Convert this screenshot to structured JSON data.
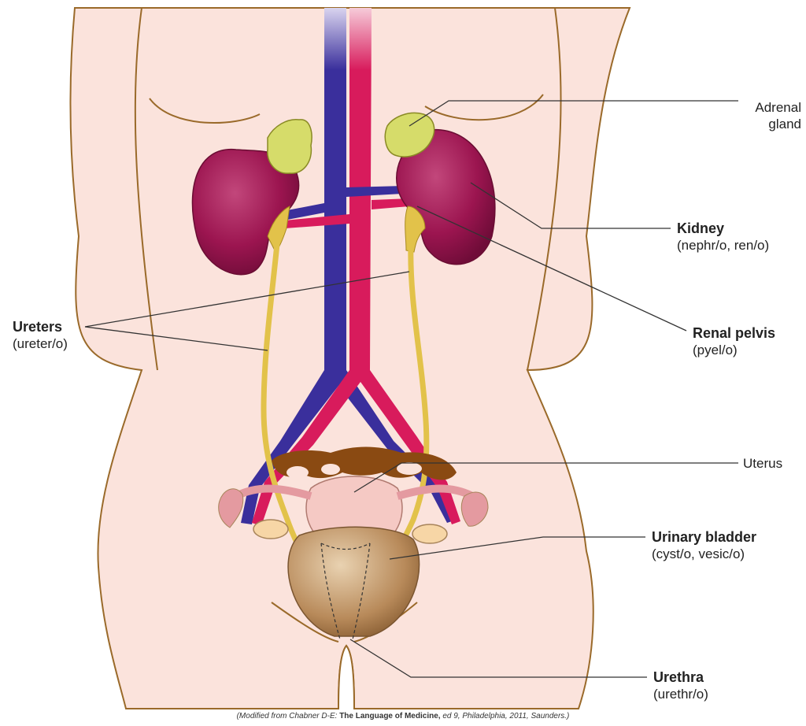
{
  "labels": {
    "adrenal": {
      "title": "Adrenal",
      "sub": "gland"
    },
    "kidney": {
      "title": "Kidney",
      "sub": "(nephr/o, ren/o)"
    },
    "ureters": {
      "title": "Ureters",
      "sub": "(ureter/o)"
    },
    "renal_pelvis": {
      "title": "Renal pelvis",
      "sub": "(pyel/o)"
    },
    "uterus": {
      "title": "Uterus"
    },
    "bladder": {
      "title": "Urinary bladder",
      "sub": "(cyst/o, vesic/o)"
    },
    "urethra": {
      "title": "Urethra",
      "sub": "(urethr/o)"
    }
  },
  "caption": {
    "prefix": "(Modified from Chabner D-E:",
    "book": "The Language of Medicine,",
    "suffix": "ed 9, Philadelphia, 2011, Saunders.)"
  },
  "colors": {
    "skin": "#fbe3dc",
    "skin_outline": "#9a6a2a",
    "kidney": "#9c1550",
    "adrenal": "#d6dc6a",
    "vena_cava": "#3a2f9c",
    "aorta": "#d81b5c",
    "ureter": "#e2c24a",
    "bladder": "#b88a5a",
    "uterus": "#f5c9c4",
    "ovary_brown": "#8a4a12"
  }
}
